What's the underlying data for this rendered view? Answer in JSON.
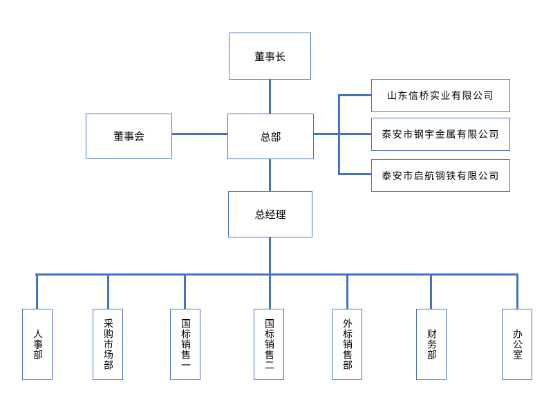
{
  "diagram": {
    "type": "org-chart",
    "nodes": {
      "chairman": "董事长",
      "board": "董事会",
      "headquarters": "总部",
      "general_manager": "总经理"
    },
    "subsidiaries": [
      "山东信桥实业有限公司",
      "泰安市钢宇金属有限公司",
      "泰安市启航钢铁有限公司"
    ],
    "departments": [
      "人事部",
      "采购市场部",
      "国标销售一",
      "国标销售二",
      "外标销售部",
      "财务部",
      "办公室"
    ]
  },
  "colors": {
    "line": "#4472C4",
    "node_border": "#4472C4",
    "node_fill": "#FFFFFF",
    "text": "#000000",
    "background": "#FFFFFF"
  }
}
